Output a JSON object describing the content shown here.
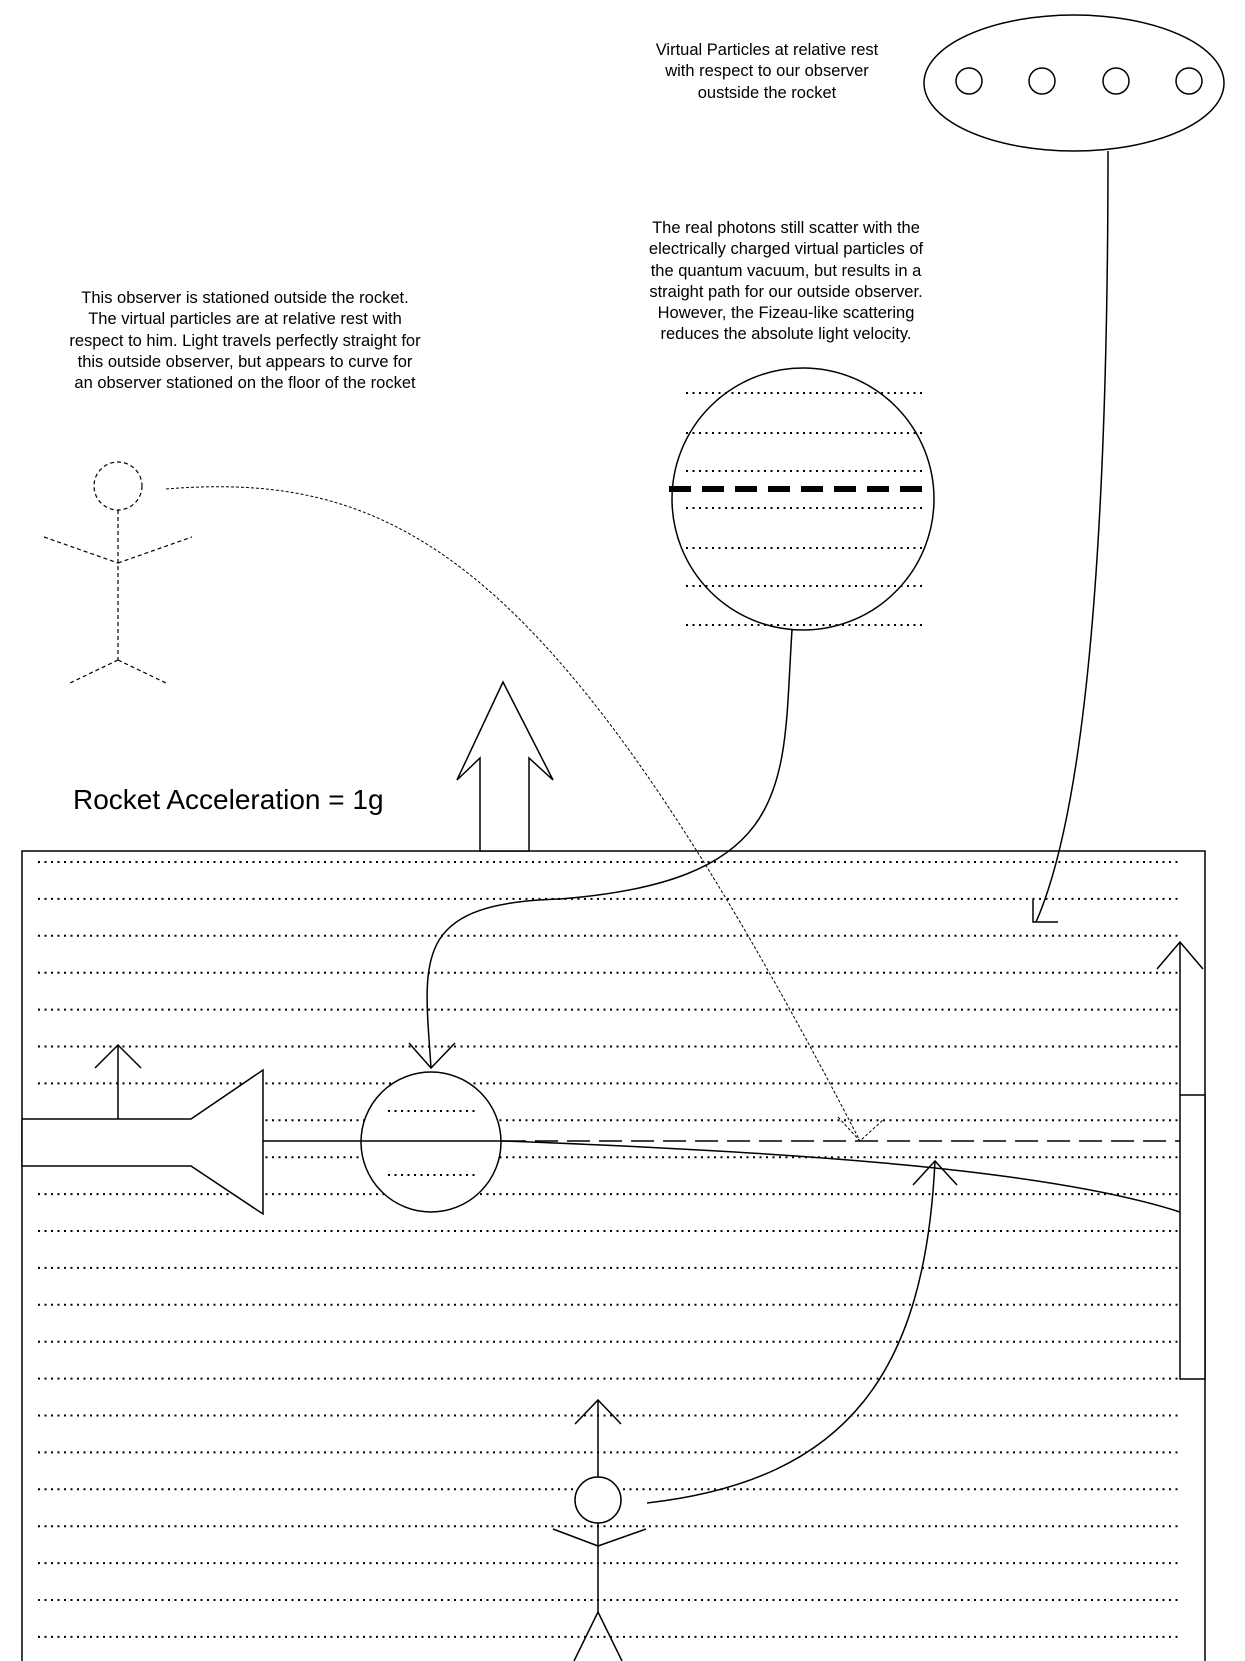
{
  "notes": {
    "outside_observer": [
      "This observer is stationed outside the rocket.",
      "The virtual particles are at relative rest with",
      "respect to him. Light travels perfectly straight for",
      "this outside observer, but appears to curve for",
      "an observer stationed on the floor of the rocket"
    ],
    "scattering": [
      "The real photons still scatter with the",
      "electrically charged virtual particles of",
      "the quantum vacuum, but results in a",
      "straight path for our outside observer.",
      "However, the Fizeau-like scattering",
      "reduces the absolute light velocity."
    ],
    "virtual_particles": [
      "Virtual Particles at relative rest",
      "with respect to our observer",
      "oustside the rocket"
    ],
    "acceleration": "Rocket Acceleration = 1g"
  }
}
